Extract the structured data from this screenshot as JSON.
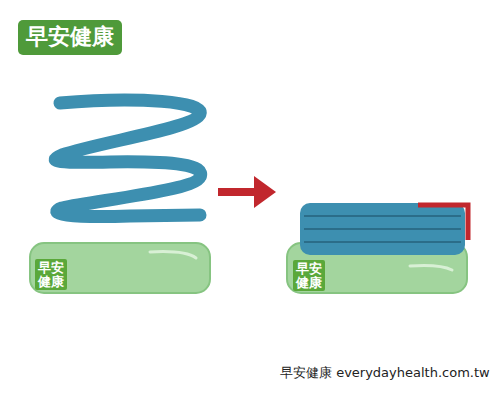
{
  "diagram": {
    "nodes": [
      {
        "text": [
          "早安健康"
        ]
      },
      {
        "text": [
          "早安 健康"
        ]
      },
      {
        "text": [
          "早安 健康"
        ]
      }
    ],
    "labels": [
      "早安健康 everydayhealth.com.tw"
    ]
  }
}
